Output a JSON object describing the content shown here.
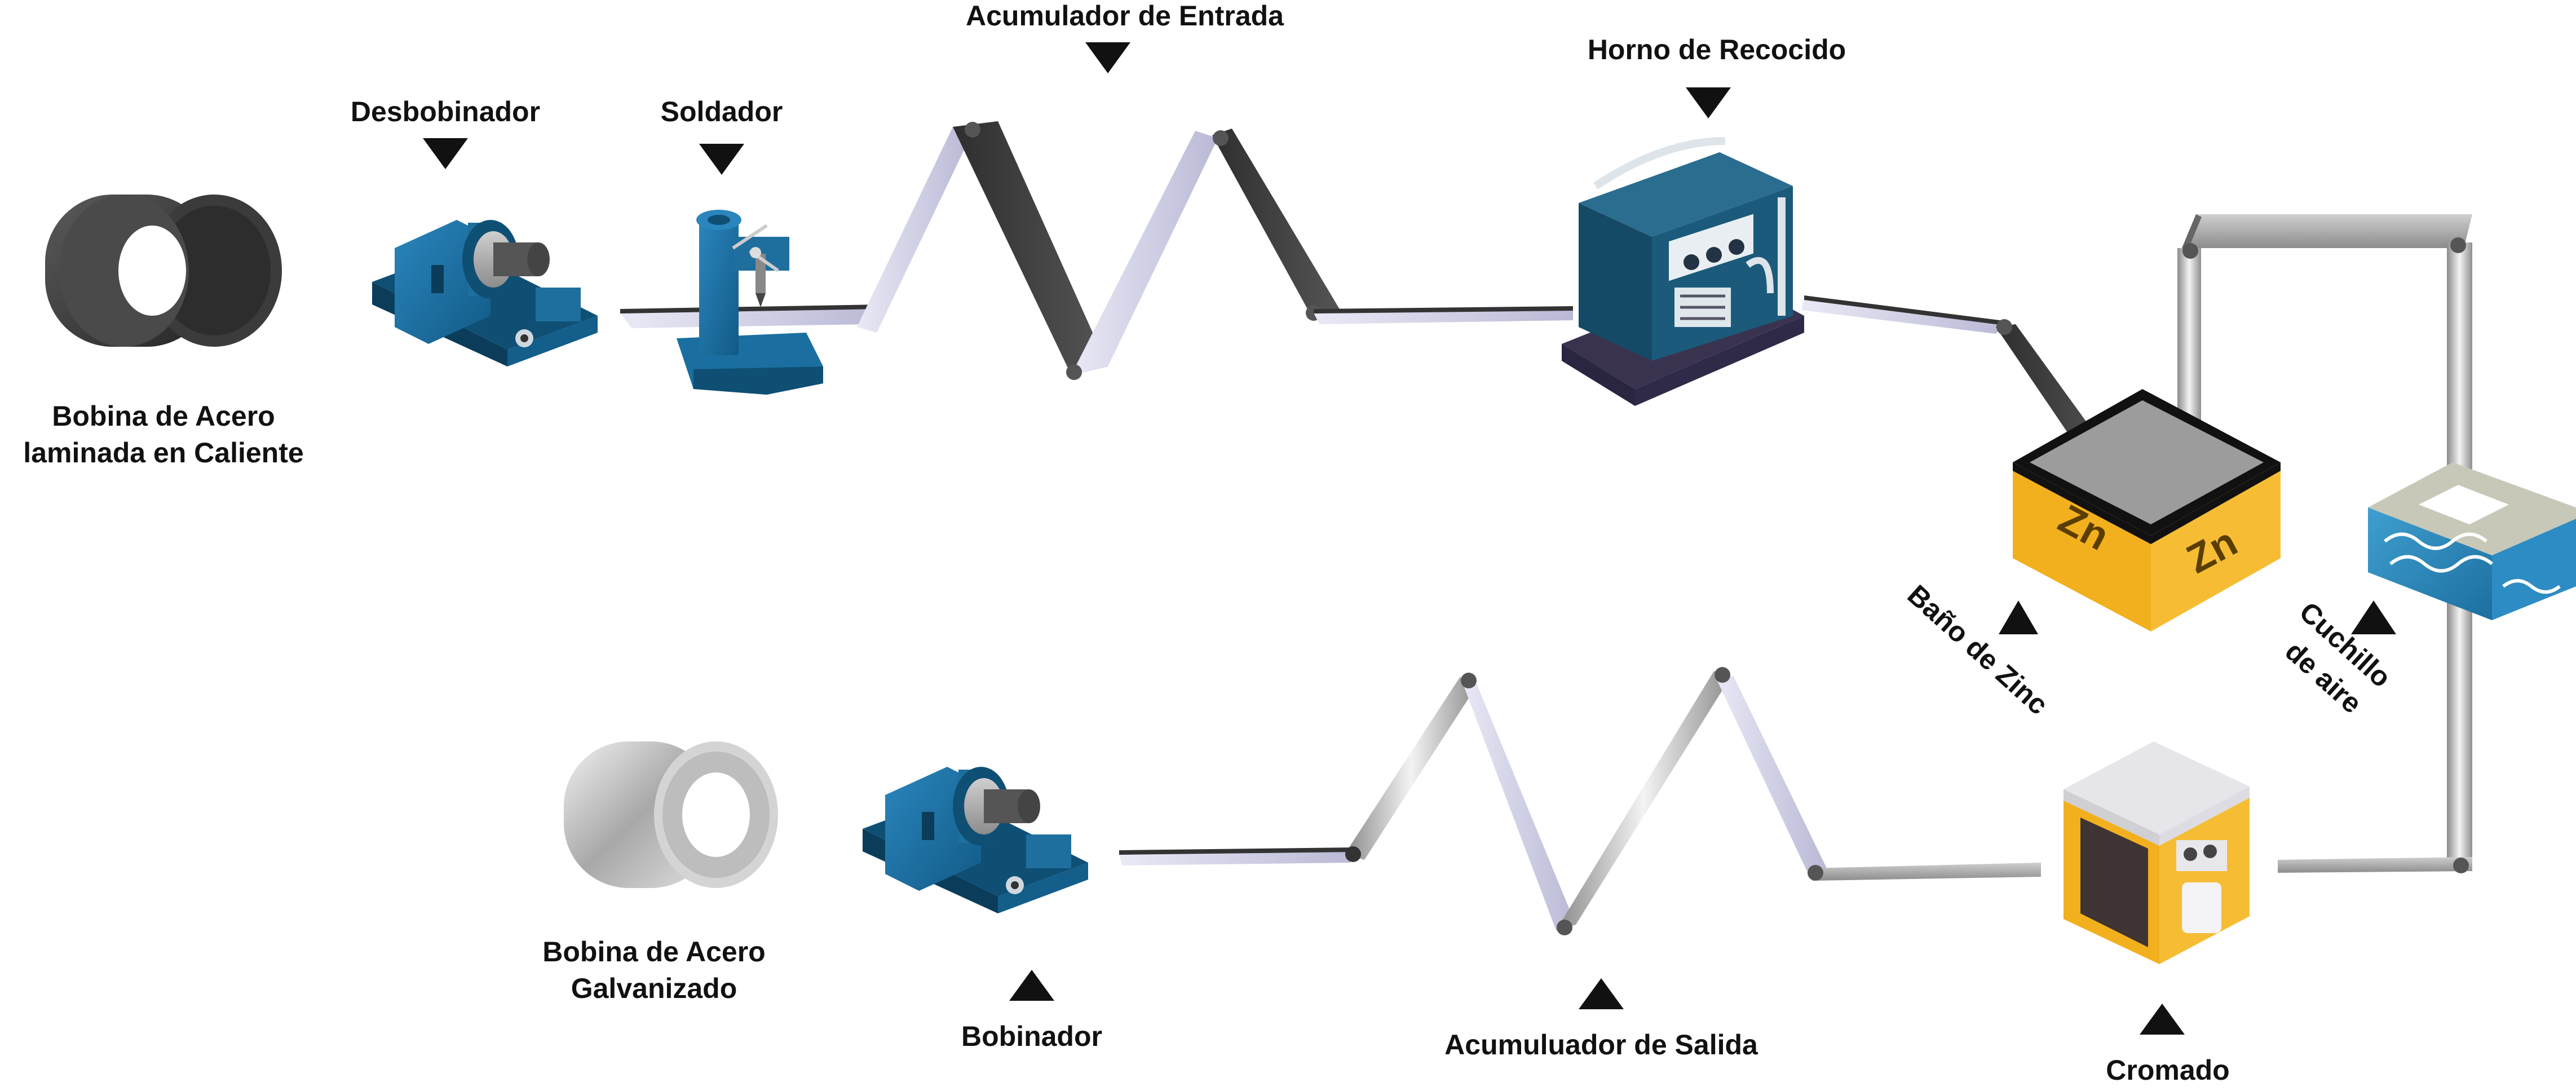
{
  "labels": {
    "hot_coil_line1": "Bobina de Acero",
    "hot_coil_line2": "laminada en Caliente",
    "uncoiler": "Desbobinador",
    "welder": "Soldador",
    "entry_accumulator": "Acumulador de Entrada",
    "annealing_furnace": "Horno de Recocido",
    "zinc_bath_line1": "Baño de Zinc",
    "air_knife_line1": "Cuchillo",
    "air_knife_line2": "de aire",
    "chromating": "Cromado",
    "exit_accumulator": "Acumuluador de Salida",
    "recoiler": "Bobinador",
    "galv_coil_line1": "Bobina de Acero",
    "galv_coil_line2": "Galvanizado"
  },
  "zinc_bath": {
    "symbol_left": "Zn",
    "symbol_right": "Zn"
  },
  "colors": {
    "machine_blue": "#1e6f9e",
    "machine_dark": "#0f4f74",
    "furnace_blue": "#1b5a7a",
    "zinc_yellow": "#f2b01e",
    "strip_dark": "#3d3d3d",
    "strip_light": "#c9c9dc",
    "hot_coil": "#4a4a4a",
    "galv_coil": "#b8b8b8"
  }
}
